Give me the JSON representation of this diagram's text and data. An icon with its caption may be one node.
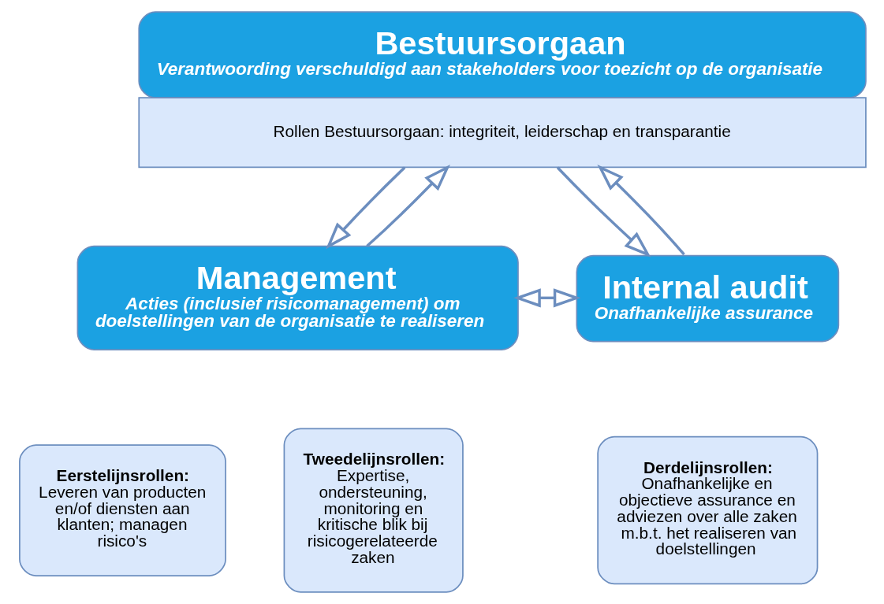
{
  "diagram": {
    "nodes": [
      {
        "text": [
          "Bestuursorgaan",
          "Verantwoording verschuldigd aan stakeholders voor toezicht op de organisatie",
          "Rollen Bestuursorgaan: integriteit, leiderschap en transparantie"
        ]
      },
      {
        "text": [
          "Management",
          "Acties (inclusief risicomanagement) om doelstellingen van de organisatie te realiseren"
        ]
      },
      {
        "text": [
          "Eerstelijnsrollen:",
          "Leveren van producten en/of diensten aan klanten; managen risico's"
        ]
      },
      {
        "text": [
          "Tweedelijnsrollen:",
          "Expertise, ondersteuning, monitoring en kritische blik bij risicogerelateerde zaken"
        ]
      },
      {
        "text": [
          "Internal audit",
          "Onafhankelijke assurance"
        ]
      },
      {
        "text": [
          "Derdelijnsrollen:",
          "Onafhankelijke en objectieve assurance en adviezen over alle zaken m.b.t. het realiseren van doelstellingen"
        ]
      }
    ],
    "edges": [
      {
        "from": 0,
        "to": 1,
        "arrow": "to"
      },
      {
        "from": 1,
        "to": 0,
        "arrow": "to"
      },
      {
        "from": 0,
        "to": 4,
        "arrow": "to"
      },
      {
        "from": 4,
        "to": 0,
        "arrow": "to"
      },
      {
        "from": 1,
        "to": 4,
        "arrow": "both"
      }
    ]
  }
}
